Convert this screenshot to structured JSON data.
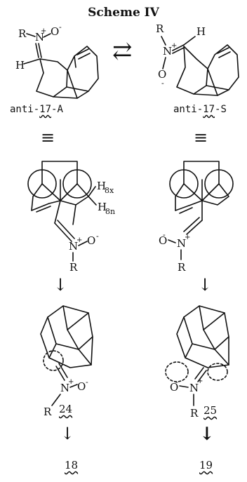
{
  "title": "Scheme IV",
  "structures": {
    "a17": {
      "name_prefix": "anti-",
      "number": "17",
      "suffix": "-A",
      "atom_R": "R",
      "atom_N": "N",
      "atom_O": "O",
      "atom_H": "H",
      "charge_plus": "+",
      "charge_minus": "-"
    },
    "s17": {
      "name_prefix": "anti-",
      "number": "17",
      "suffix": "-S",
      "atom_R": "R",
      "atom_N": "N",
      "atom_O": "O",
      "atom_H": "H",
      "charge_plus": "+",
      "charge_minus": "-"
    },
    "left_mid": {
      "atom_H8x": "H",
      "sub_8x": "8x",
      "atom_H8n": "H",
      "sub_8n": "8n",
      "atom_N": "N",
      "atom_O": "O",
      "atom_R": "R",
      "charge_plus": "+",
      "charge_minus": "-"
    },
    "right_mid": {
      "atom_O": "O",
      "atom_N": "N",
      "atom_R": "R",
      "charge_plus": "+",
      "charge_minus": "-"
    },
    "c24": {
      "number": "24",
      "atom_N": "N",
      "atom_O": "O",
      "atom_R": "R",
      "charge_plus": "+",
      "charge_minus": "-"
    },
    "c25": {
      "number": "25",
      "atom_O": "O",
      "atom_N": "N",
      "atom_R": "R",
      "charge_plus": "+",
      "charge_minus": "-"
    },
    "p18": {
      "number": "18"
    },
    "p19": {
      "number": "19"
    }
  },
  "symbols": {
    "equilibrium": "⇄",
    "equivalent": "≡",
    "arrow_down": "↓"
  }
}
